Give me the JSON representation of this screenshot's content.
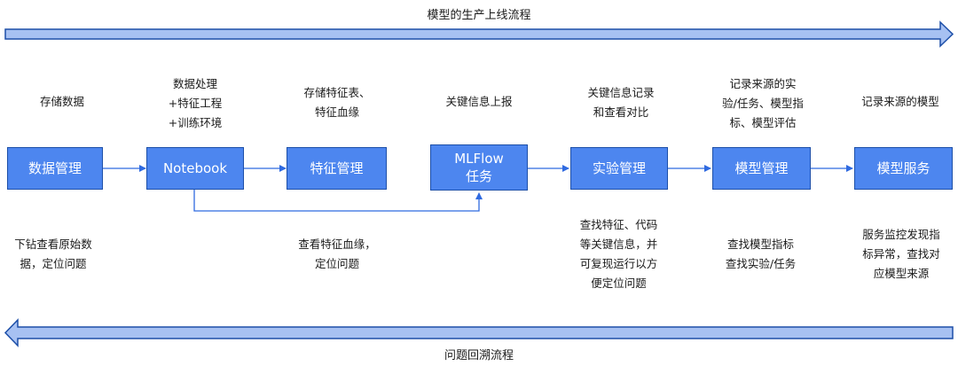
{
  "top_banner": {
    "label": "模型的生产上线流程"
  },
  "bottom_banner": {
    "label": "问题回溯流程"
  },
  "stages": [
    {
      "id": "data",
      "label": "数据管理",
      "top_note": "存储数据",
      "bottom_note": "下钻查看原始数\n据，定位问题"
    },
    {
      "id": "notebook",
      "label": "Notebook",
      "top_note": "数据处理\n+特征工程\n+训练环境",
      "bottom_note": ""
    },
    {
      "id": "feature",
      "label": "特征管理",
      "top_note": "存储特征表、\n特征血缘",
      "bottom_note": "查看特征血缘，\n定位问题"
    },
    {
      "id": "mlflow",
      "label": "MLFlow\n任务",
      "top_note": "关键信息上报",
      "bottom_note": ""
    },
    {
      "id": "experiment",
      "label": "实验管理",
      "top_note": "关键信息记录\n和查看对比",
      "bottom_note": "查找特征、代码\n等关键信息，并\n可复现运行以方\n便定位问题"
    },
    {
      "id": "model",
      "label": "模型管理",
      "top_note": "记录来源的实\n验/任务、模型指\n标、模型评估",
      "bottom_note": "查找模型指标\n查找实验/任务"
    },
    {
      "id": "service",
      "label": "模型服务",
      "top_note": "记录来源的模型",
      "bottom_note": "服务监控发现指\n标异常，查找对\n应模型来源"
    }
  ],
  "colors": {
    "box_fill": "#4d86ef",
    "box_border": "#1d4fa8",
    "banner_fill": "#a7c1f2",
    "banner_border": "#1d4fa8",
    "connector": "#2f6ae0"
  }
}
